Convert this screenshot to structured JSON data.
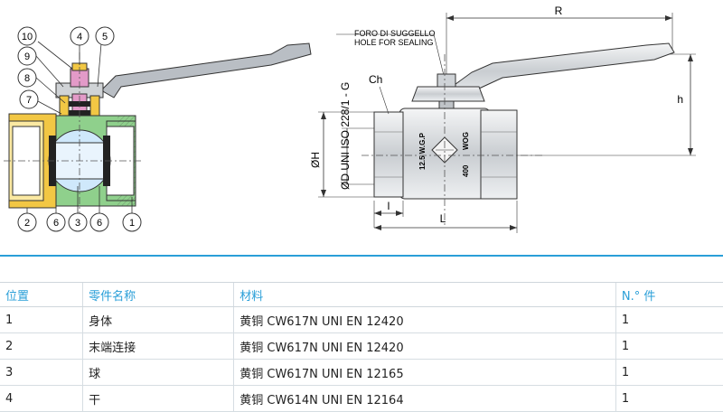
{
  "drawing": {
    "callouts_top": [
      "10",
      "4",
      "5",
      "9",
      "8",
      "7"
    ],
    "callouts_bottom": [
      "2",
      "6",
      "3",
      "6",
      "1"
    ],
    "dims": {
      "R": "R",
      "h": "h",
      "H": "ØH",
      "Ch": "Ch",
      "l": "l",
      "L": "L",
      "thread": "ØD UNI ISO 228/1 - G",
      "seal_it": "FORO DI SUGGELLO",
      "seal_en": "HOLE FOR SEALING"
    },
    "body_marks": [
      "12.5 W.G.P",
      "400",
      "WOG"
    ]
  },
  "table": {
    "headers": [
      "位置",
      "零件名称",
      "材料",
      "N.° 件"
    ],
    "rows": [
      [
        "1",
        "身体",
        "黄铜 CW617N UNI EN 12420",
        "1"
      ],
      [
        "2",
        "末端连接",
        "黄铜 CW617N UNI EN 12420",
        "1"
      ],
      [
        "3",
        "球",
        "黄铜 CW617N UNI EN 12165",
        "1"
      ],
      [
        "4",
        "干",
        "黄铜 CW614N UNI EN 12164",
        "1"
      ]
    ]
  },
  "colors": {
    "accent": "#2a9fd8",
    "body_green": "#8fd08c",
    "brass_yellow": "#f2c744",
    "lever_grey": "#b9bec4"
  }
}
